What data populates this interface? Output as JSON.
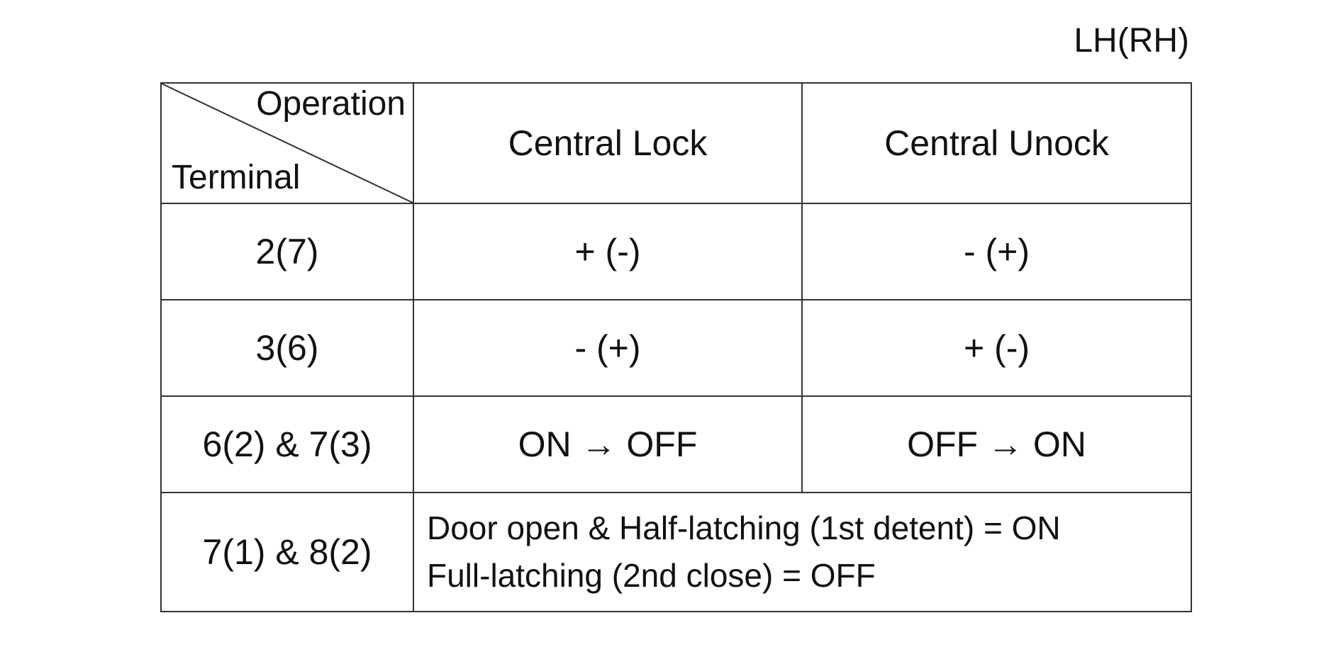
{
  "side_label": "LH(RH)",
  "table": {
    "corner_top": "Operation",
    "corner_bottom": "Terminal",
    "columns": [
      "Central Lock",
      "Central Unock"
    ],
    "rows": [
      {
        "terminal": "2(7)",
        "lock": "+ (-)",
        "unlock": "- (+)"
      },
      {
        "terminal": "3(6)",
        "lock": "- (+)",
        "unlock": "+ (-)"
      },
      {
        "terminal": "6(2) & 7(3)",
        "lock": "ON → OFF",
        "unlock": "OFF → ON"
      }
    ],
    "note_row": {
      "terminal": "7(1) & 8(2)",
      "lines": [
        "Door open & Half-latching (1st detent) = ON",
        "Full-latching (2nd close) = OFF"
      ]
    }
  }
}
